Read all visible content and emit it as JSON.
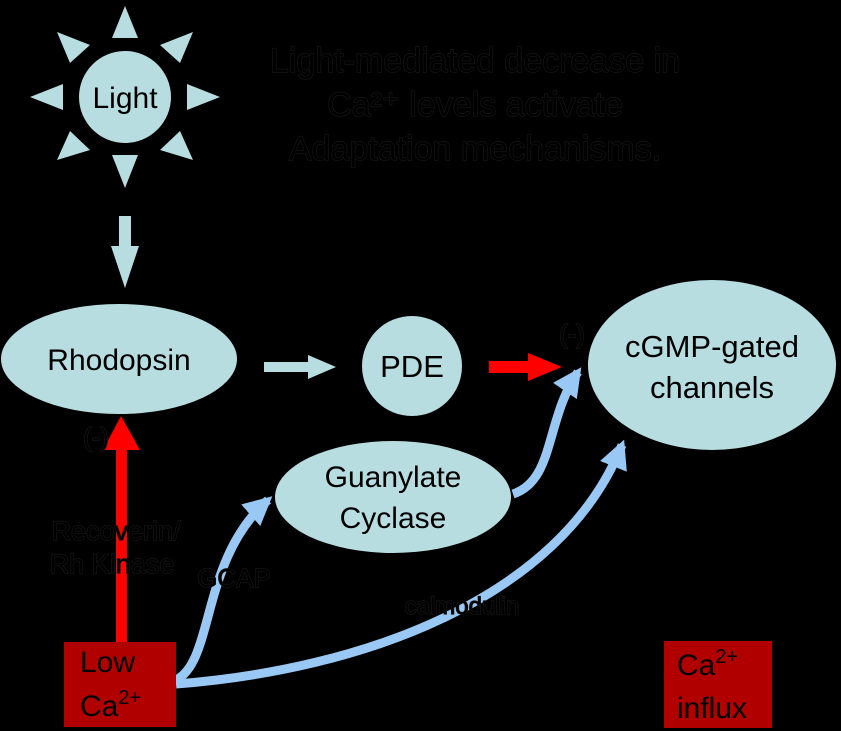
{
  "title": {
    "lines": [
      "Light-mediated decrease in",
      "Ca²⁺ levels activate",
      "Adaptation mechanisms."
    ]
  },
  "nodes": {
    "light": {
      "label": "Light"
    },
    "rhodopsin": {
      "label": "Rhodopsin"
    },
    "pde": {
      "label": "PDE"
    },
    "cgmp": {
      "line1": "cGMP-gated",
      "line2": "channels"
    },
    "guanylate": {
      "line1": "Guanylate",
      "line2": "Cyclase"
    },
    "low_ca": {
      "line1": "Low",
      "line2_base": "Ca",
      "line2_sup": "2+"
    },
    "ca_influx": {
      "line1_base": "Ca",
      "line1_sup": "2+",
      "line2": "influx"
    }
  },
  "labels": {
    "inhibit_rhodopsin": "(-)",
    "inhibit_channels": "(-)",
    "recoverin_line1": "Recoverin/",
    "recoverin_line2": "Rh Kinase",
    "gcap": "GCAP",
    "calmodulin": "calmodulin"
  },
  "colors": {
    "background": "#000000",
    "node_fill": "#b7dde0",
    "blue_arrow": "#99c8f5",
    "red_arrow": "#ff0000",
    "ca_box": "#b00000"
  }
}
